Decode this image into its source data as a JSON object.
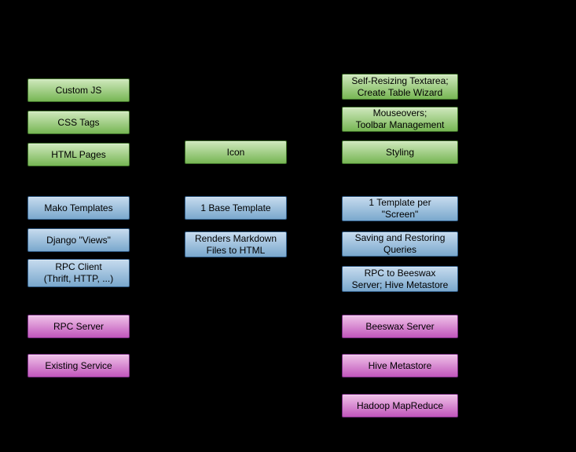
{
  "canvas": {
    "background": "#000000"
  },
  "palette": {
    "canvas_bg": "#000000",
    "green_top": "#cfe8bd",
    "green_bottom": "#77b654",
    "green_border": "#3f7329",
    "blue_top": "#c6dbee",
    "blue_bottom": "#7aa8cd",
    "blue_border": "#33608c",
    "magenta_top": "#efc2e8",
    "magenta_bottom": "#c156bc",
    "magenta_border": "#7d2f86",
    "text": "#000000"
  },
  "boxes": [
    {
      "id": "custom-js",
      "label": "Custom JS",
      "color": "green"
    },
    {
      "id": "css-tags",
      "label": "CSS Tags",
      "color": "green"
    },
    {
      "id": "html-pages",
      "label": "HTML Pages",
      "color": "green"
    },
    {
      "id": "mako-templates",
      "label": "Mako Templates",
      "color": "blue"
    },
    {
      "id": "django-views",
      "label": "Django \"Views\"",
      "color": "blue"
    },
    {
      "id": "rpc-client",
      "label": "RPC Client\n(Thrift, HTTP, ...)",
      "color": "blue"
    },
    {
      "id": "rpc-server",
      "label": "RPC Server",
      "color": "magenta"
    },
    {
      "id": "existing-service",
      "label": "Existing Service",
      "color": "magenta"
    },
    {
      "id": "icon",
      "label": "Icon",
      "color": "green"
    },
    {
      "id": "base-template",
      "label": "1 Base Template",
      "color": "blue"
    },
    {
      "id": "renders-markdown",
      "label": "Renders Markdown\nFiles to HTML",
      "color": "blue"
    },
    {
      "id": "self-resizing",
      "label": "Self-Resizing Textarea;\nCreate Table Wizard",
      "color": "green"
    },
    {
      "id": "mouseovers",
      "label": "Mouseovers;\nToolbar Management",
      "color": "green"
    },
    {
      "id": "styling",
      "label": "Styling",
      "color": "green"
    },
    {
      "id": "template-per-screen",
      "label": "1 Template per\n\"Screen\"",
      "color": "blue"
    },
    {
      "id": "saving-queries",
      "label": "Saving and Restoring\nQueries",
      "color": "blue"
    },
    {
      "id": "rpc-beeswax",
      "label": "RPC to Beeswax\nServer; Hive Metastore",
      "color": "blue"
    },
    {
      "id": "beeswax-server",
      "label": "Beeswax Server",
      "color": "magenta"
    },
    {
      "id": "hive-metastore",
      "label": "Hive Metastore",
      "color": "magenta"
    },
    {
      "id": "hadoop-mapreduce",
      "label": "Hadoop MapReduce",
      "color": "magenta"
    }
  ]
}
